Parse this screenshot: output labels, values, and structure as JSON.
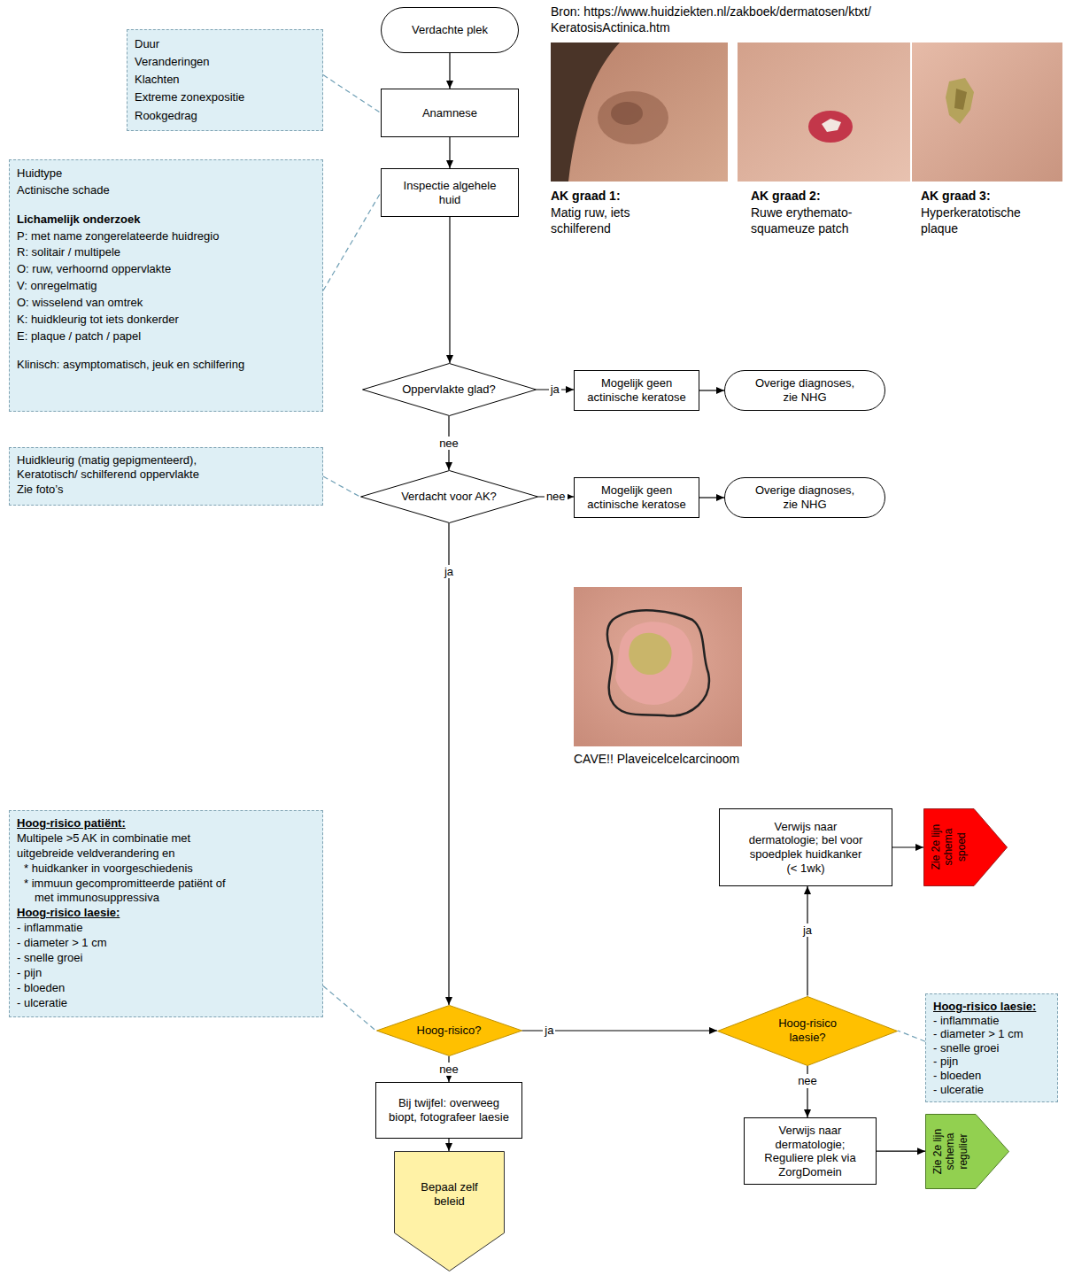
{
  "diagram": {
    "nodes": [
      {
        "text": [
          "Duur",
          "Veranderingen",
          "Klachten",
          "Extreme zonexpositie",
          "Rookgedrag"
        ]
      },
      {
        "text": [
          "Verdachte plek"
        ]
      },
      {
        "text": [
          "Anamnese"
        ]
      },
      {
        "text": [
          "Huidtype",
          "Actinische schade",
          "Lichamelijk onderzoek",
          "P: met name zongerelateerde huidregio",
          "R: solitair / multipele",
          "O: ruw, verhoornd oppervlakte",
          "V: onregelmatig",
          "O: wisselend van omtrek",
          "K: huidkleurig tot iets donkerder",
          "E: plaque / patch / papel",
          "Klinisch: asymptomatisch, jeuk en schilfering"
        ]
      },
      {
        "text": [
          "Inspectie algehele huid"
        ]
      },
      {
        "text": [
          "Oppervlakte glad?"
        ]
      },
      {
        "text": [
          "Mogelijk geen actinische keratose"
        ]
      },
      {
        "text": [
          "Overige diagnoses, zie NHG"
        ]
      },
      {
        "text": [
          "Huidkleurig (matig gepigmenteerd),",
          "Keratotisch/ schilferend oppervlakte",
          "Zie foto’s"
        ]
      },
      {
        "text": [
          "Verdacht voor AK?"
        ]
      },
      {
        "text": [
          "Mogelijk geen actinische keratose"
        ]
      },
      {
        "text": [
          "Overige diagnoses, zie NHG"
        ]
      },
      {
        "text": [
          "Verwijs naar dermatologie; bel voor spoedplek huidkanker (< 1wk)"
        ]
      },
      {
        "text": [
          "Zie 2e lijn schema spoed"
        ]
      },
      {
        "text": [
          "Hoog-risico patiënt:",
          "Multipele >5 AK in combinatie met uitgebreide veldverandering en",
          "* huidkanker in voorgeschiedenis",
          "* immuun gecompromitteerde patiënt of met immunosuppressiva",
          "Hoog-risico laesie:",
          "- inflammatie",
          "- diameter > 1 cm",
          "- snelle groei",
          "- pijn",
          "- bloeden",
          "- ulceratie"
        ]
      },
      {
        "text": [
          "Hoog-risico?"
        ]
      },
      {
        "text": [
          "Hoog-risico laesie?"
        ]
      },
      {
        "text": [
          "Hoog-risico laesie:",
          "- inflammatie",
          "- diameter > 1 cm",
          "- snelle groei",
          "- pijn",
          "- bloeden",
          "- ulceratie"
        ]
      },
      {
        "text": [
          "Bij twijfel: overweeg biopt, fotografeer laesie"
        ]
      },
      {
        "text": [
          "Verwijs naar dermatologie; Reguliere plek via ZorgDomein"
        ]
      },
      {
        "text": [
          "Zie 2e lijn schema regulier"
        ]
      },
      {
        "text": [
          "Bepaal zelf beleid"
        ]
      }
    ],
    "edges": [
      {
        "from": 1,
        "to": 2,
        "arrow": "to"
      },
      {
        "from": 2,
        "to": 4,
        "arrow": "to"
      },
      {
        "from": 4,
        "to": 5,
        "arrow": "to"
      },
      {
        "from": 5,
        "to": 6,
        "label": "ja",
        "arrow": "to"
      },
      {
        "from": 6,
        "to": 7,
        "arrow": "to"
      },
      {
        "from": 5,
        "to": 9,
        "label": "nee",
        "arrow": "to"
      },
      {
        "from": 9,
        "to": 10,
        "label": "nee",
        "arrow": "to"
      },
      {
        "from": 10,
        "to": 11,
        "arrow": "to"
      },
      {
        "from": 9,
        "to": 15,
        "label": "ja",
        "arrow": "to"
      },
      {
        "from": 15,
        "to": 16,
        "label": "ja",
        "arrow": "to"
      },
      {
        "from": 16,
        "to": 12,
        "label": "ja",
        "arrow": "to"
      },
      {
        "from": 12,
        "to": 13,
        "arrow": "to"
      },
      {
        "from": 16,
        "to": 19,
        "label": "nee",
        "arrow": "to"
      },
      {
        "from": 19,
        "to": 20,
        "arrow": "to"
      },
      {
        "from": 15,
        "to": 18,
        "label": "nee",
        "arrow": "to"
      },
      {
        "from": 18,
        "to": 21,
        "arrow": "to"
      },
      {
        "from": 0,
        "to": 2,
        "arrow": "none"
      },
      {
        "from": 3,
        "to": 4,
        "arrow": "none"
      },
      {
        "from": 8,
        "to": 9,
        "arrow": "none"
      },
      {
        "from": 14,
        "to": 15,
        "arrow": "none"
      },
      {
        "from": 17,
        "to": 16,
        "arrow": "none"
      }
    ],
    "labels": [
      "Bron: https://www.huidziekten.nl/zakboek/dermatosen/ktxt/ KeratosisActinica.htm",
      "AK graad 1:",
      "Matig ruw, iets schilferend",
      "AK graad 2:",
      "Ruwe erythemato- squameuze patch",
      "AK graad 3:",
      "Hyperkeratotische plaque",
      "CAVE!! Plaveicelcelcarcinoom"
    ]
  }
}
